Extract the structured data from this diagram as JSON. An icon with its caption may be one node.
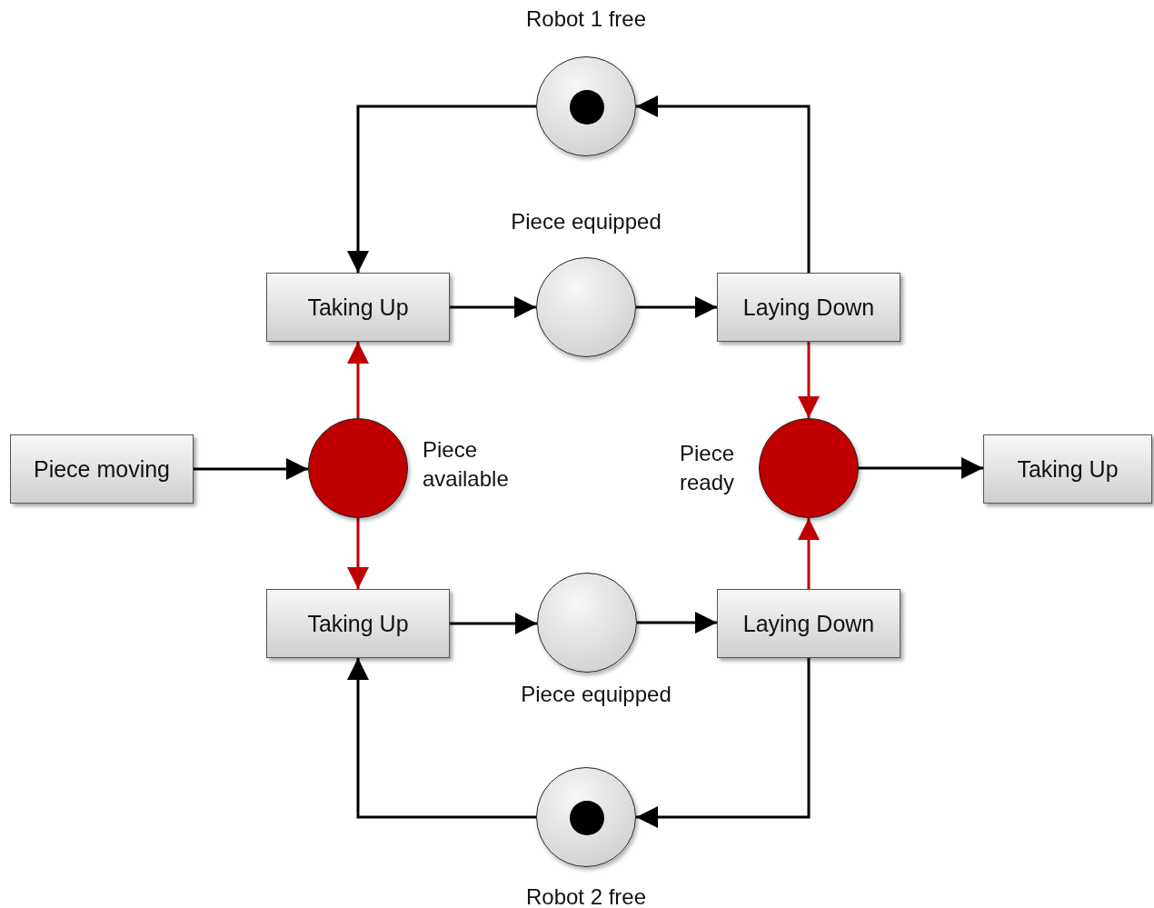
{
  "diagram": {
    "nodes": [
      {
        "text": [],
        "shape": "circle",
        "beside": [
          "Robot 1 free"
        ]
      },
      {
        "text": [],
        "shape": "circle",
        "in": 0
      },
      {
        "text": [
          "Taking Up"
        ]
      },
      {
        "text": [],
        "shape": "circle",
        "beside": [
          "Piece equipped"
        ]
      },
      {
        "text": [
          "Laying Down"
        ]
      },
      {
        "text": [
          "Piece moving"
        ]
      },
      {
        "text": [],
        "shape": "circle",
        "beside": [
          "Piece available"
        ]
      },
      {
        "text": [],
        "shape": "circle",
        "beside": [
          "Piece ready"
        ]
      },
      {
        "text": [
          "Taking Up"
        ]
      },
      {
        "text": [
          "Taking Up"
        ]
      },
      {
        "text": [],
        "shape": "circle",
        "beside": [
          "Piece equipped"
        ]
      },
      {
        "text": [
          "Laying Down"
        ]
      },
      {
        "text": [],
        "shape": "circle",
        "beside": [
          "Robot 2 free"
        ]
      },
      {
        "text": [],
        "shape": "circle",
        "in": 12
      }
    ],
    "edges": [
      {
        "from": 0,
        "to": 2,
        "arrow": "to"
      },
      {
        "from": 4,
        "to": 0,
        "arrow": "to"
      },
      {
        "from": 2,
        "to": 3,
        "arrow": "to"
      },
      {
        "from": 3,
        "to": 4,
        "arrow": "to"
      },
      {
        "from": 6,
        "to": 2,
        "arrow": "to",
        "color": "#c00000"
      },
      {
        "from": 4,
        "to": 7,
        "arrow": "to",
        "color": "#c00000"
      },
      {
        "from": 5,
        "to": 6,
        "arrow": "to"
      },
      {
        "from": 7,
        "to": 8,
        "arrow": "to"
      },
      {
        "from": 6,
        "to": 9,
        "arrow": "to",
        "color": "#c00000"
      },
      {
        "from": 9,
        "to": 10,
        "arrow": "to"
      },
      {
        "from": 10,
        "to": 11,
        "arrow": "to"
      },
      {
        "from": 11,
        "to": 7,
        "arrow": "to",
        "color": "#c00000"
      },
      {
        "from": 11,
        "to": 12,
        "arrow": "to"
      },
      {
        "from": 12,
        "to": 9,
        "arrow": "to"
      }
    ]
  }
}
